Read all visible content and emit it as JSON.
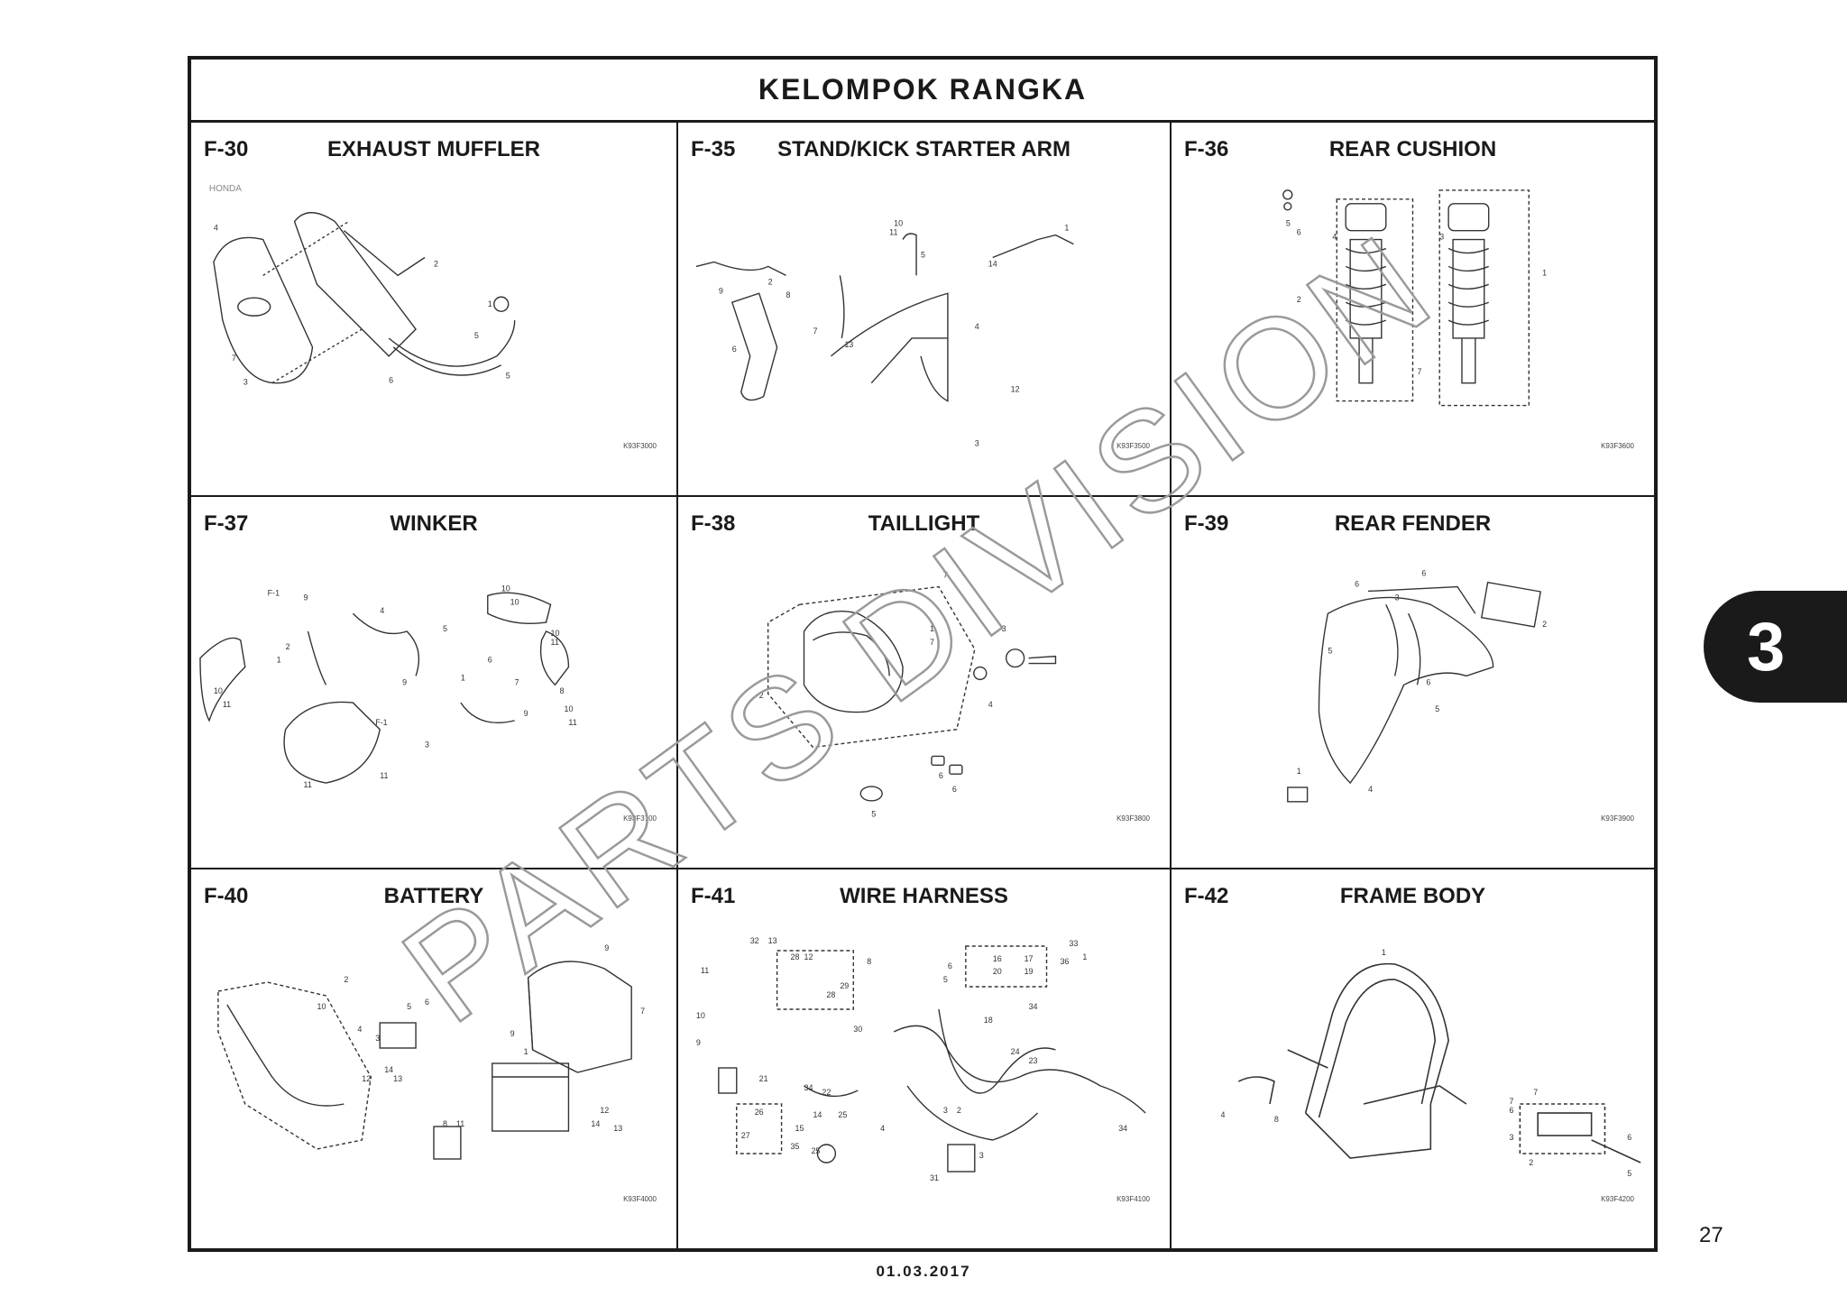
{
  "header": {
    "title": "KELOMPOK RANGKA"
  },
  "sections": [
    {
      "code": "F-30",
      "title": "EXHAUST MUFFLER",
      "part_no": "K93F3000"
    },
    {
      "code": "F-35",
      "title": "STAND/KICK STARTER ARM",
      "part_no": "K93F3500"
    },
    {
      "code": "F-36",
      "title": "REAR CUSHION",
      "part_no": "K93F3600"
    },
    {
      "code": "F-37",
      "title": "WINKER",
      "part_no": "K93F3700"
    },
    {
      "code": "F-38",
      "title": "TAILLIGHT",
      "part_no": "K93F3800"
    },
    {
      "code": "F-39",
      "title": "REAR FENDER",
      "part_no": "K93F3900"
    },
    {
      "code": "F-40",
      "title": "BATTERY",
      "part_no": "K93F4000"
    },
    {
      "code": "F-41",
      "title": "WIRE HARNESS",
      "part_no": "K93F4100"
    },
    {
      "code": "F-42",
      "title": "FRAME BODY",
      "part_no": "K93F4200"
    }
  ],
  "watermark": "PARTS DIVISION",
  "chapter_tab": "3",
  "page_number": "27",
  "footer_date": "01.03.2017",
  "colors": {
    "ink": "#1a1a1a",
    "watermark": "#9a9a9a",
    "paper": "#ffffff"
  }
}
